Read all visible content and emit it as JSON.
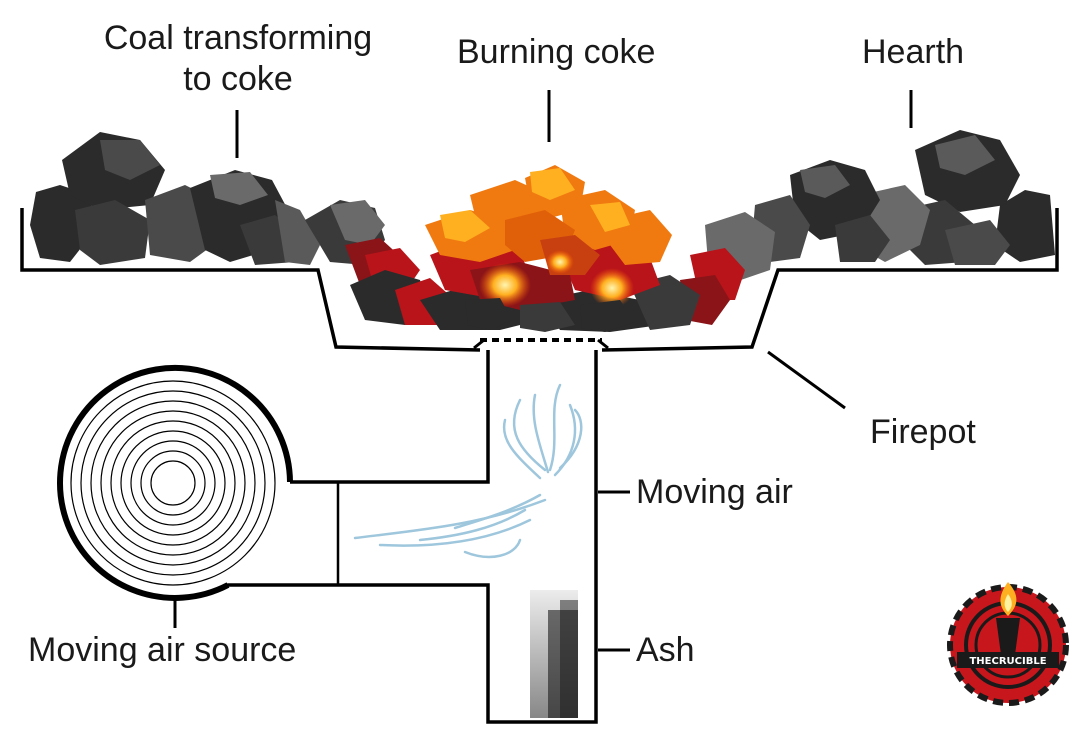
{
  "labels": {
    "coal_line1": "Coal transforming",
    "coal_line2": "to coke",
    "burning": "Burning coke",
    "hearth": "Hearth",
    "firepot": "Firepot",
    "moving_air": "Moving air",
    "ash": "Ash",
    "air_source": "Moving air source"
  },
  "logo": {
    "text": "THECRUCIBLE"
  },
  "colors": {
    "outline": "#000000",
    "coal_dark": "#2b2b2b",
    "coal_mid": "#4a4a4a",
    "coal_light": "#6a6a6a",
    "ember_red": "#b8141a",
    "coke_orange": "#f07a10",
    "coke_yellow": "#ffb020",
    "glow": "#ffe27a",
    "air_blue": "#9ec6dc",
    "ash": "#1a1a1a",
    "logo_red": "#c8161d"
  },
  "icons": [
    "coal-pile-icon",
    "burning-coke-icon",
    "blower-icon",
    "air-flow-icon",
    "ash-icon",
    "thecrucible-logo-icon"
  ]
}
